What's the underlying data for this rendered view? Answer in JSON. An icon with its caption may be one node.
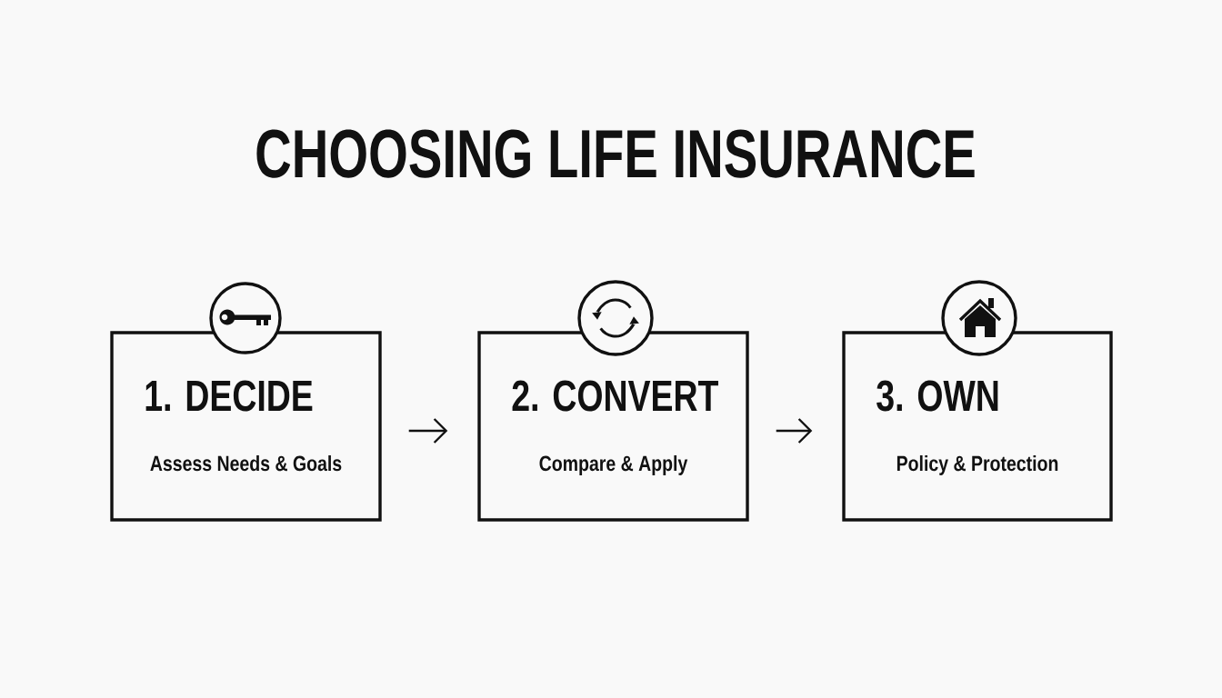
{
  "diagram": {
    "title": "CHOOSING LIFE INSURANCE",
    "nodes": [
      {
        "text": [
          "1. DECIDE",
          "Assess Needs & Goals"
        ]
      },
      {
        "text": [
          "2. CONVERT",
          "Compare & Apply"
        ]
      },
      {
        "text": [
          "3. OWN",
          "Policy & Protection"
        ]
      }
    ],
    "edges": [
      {
        "from": 0,
        "to": 1,
        "arrow": "to"
      },
      {
        "from": 1,
        "to": 2,
        "arrow": "to"
      }
    ]
  }
}
